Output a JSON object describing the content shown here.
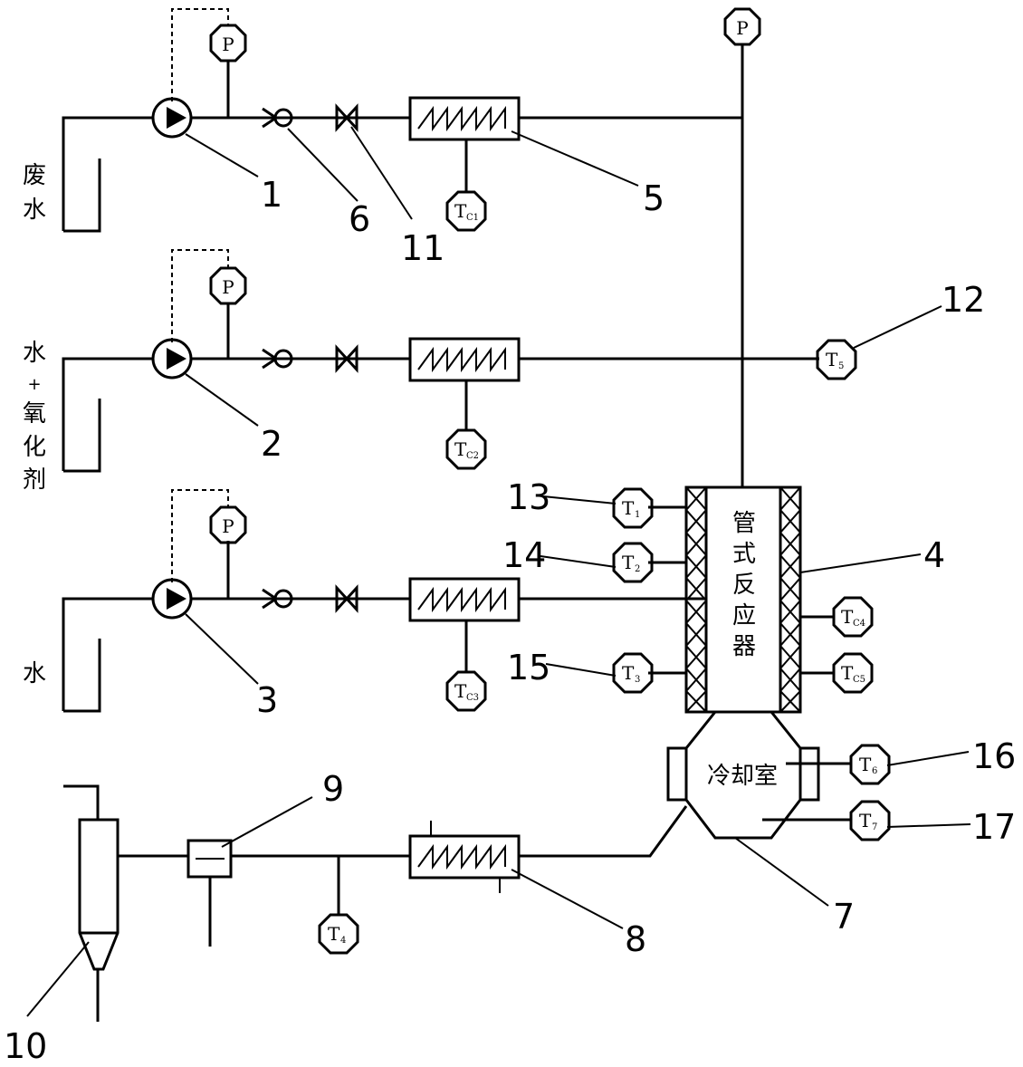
{
  "left_labels": {
    "wastewater": [
      "废",
      "水"
    ],
    "water_oxidant": [
      "水",
      "+",
      "氧",
      "化",
      "剂"
    ],
    "water": [
      "水"
    ]
  },
  "reactor_label": [
    "管",
    "式",
    "反",
    "应",
    "器"
  ],
  "cooling_chamber_label": "冷却室",
  "callouts": [
    "1",
    "2",
    "3",
    "4",
    "5",
    "6",
    "7",
    "8",
    "9",
    "10",
    "11",
    "12",
    "13",
    "14",
    "15",
    "16",
    "17"
  ],
  "gauges": {
    "p": "P",
    "t": "T",
    "tc": "TC",
    "sub": [
      "1",
      "2",
      "3",
      "4",
      "5",
      "6",
      "7"
    ],
    "tc_sub": [
      "1",
      "2",
      "3",
      "4",
      "5"
    ]
  }
}
